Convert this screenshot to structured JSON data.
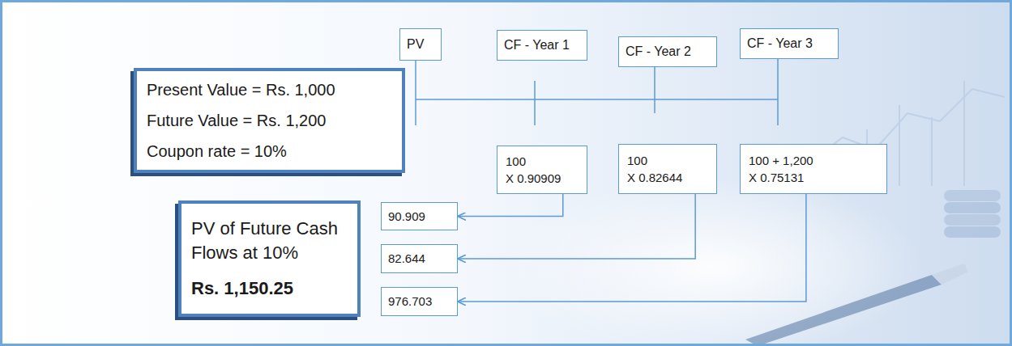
{
  "diagram": {
    "nodes": [
      {
        "text": [
          "Present Value = Rs. 1,000",
          "Future Value = Rs. 1,200",
          "Coupon rate = 10%"
        ]
      },
      {
        "text": [
          "PV"
        ]
      },
      {
        "text": [
          "CF - Year 1"
        ]
      },
      {
        "text": [
          "CF - Year 2"
        ]
      },
      {
        "text": [
          "CF - Year 3"
        ]
      },
      {
        "text": [
          "100",
          "X 0.90909"
        ]
      },
      {
        "text": [
          "100",
          "X 0.82644"
        ]
      },
      {
        "text": [
          "100 + 1,200",
          "X 0.75131"
        ]
      },
      {
        "text": [
          "PV of Future Cash Flows at 10%",
          "Rs. 1,150.25"
        ]
      },
      {
        "text": [
          "90.909"
        ]
      },
      {
        "text": [
          "82.644"
        ]
      },
      {
        "text": [
          "976.703"
        ]
      }
    ],
    "edges": [
      {
        "from": 5,
        "to": 9,
        "arrow": "to"
      },
      {
        "from": 6,
        "to": 10,
        "arrow": "to"
      },
      {
        "from": 7,
        "to": 11,
        "arrow": "to"
      }
    ]
  }
}
